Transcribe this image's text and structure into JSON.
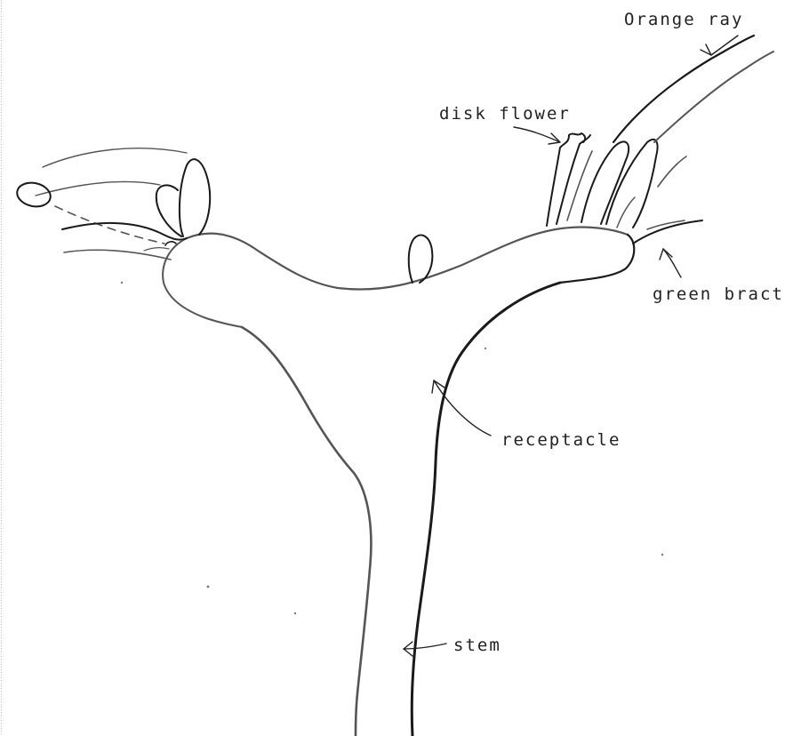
{
  "labels": {
    "orange_ray": "Orange ray",
    "disk_flower": "disk flower",
    "green_bract": "green bract",
    "receptacle": "receptacle",
    "stem": "stem"
  },
  "colors": {
    "paper": "#ffffff",
    "pencil": "#555555",
    "ink": "#1a1a1a"
  }
}
